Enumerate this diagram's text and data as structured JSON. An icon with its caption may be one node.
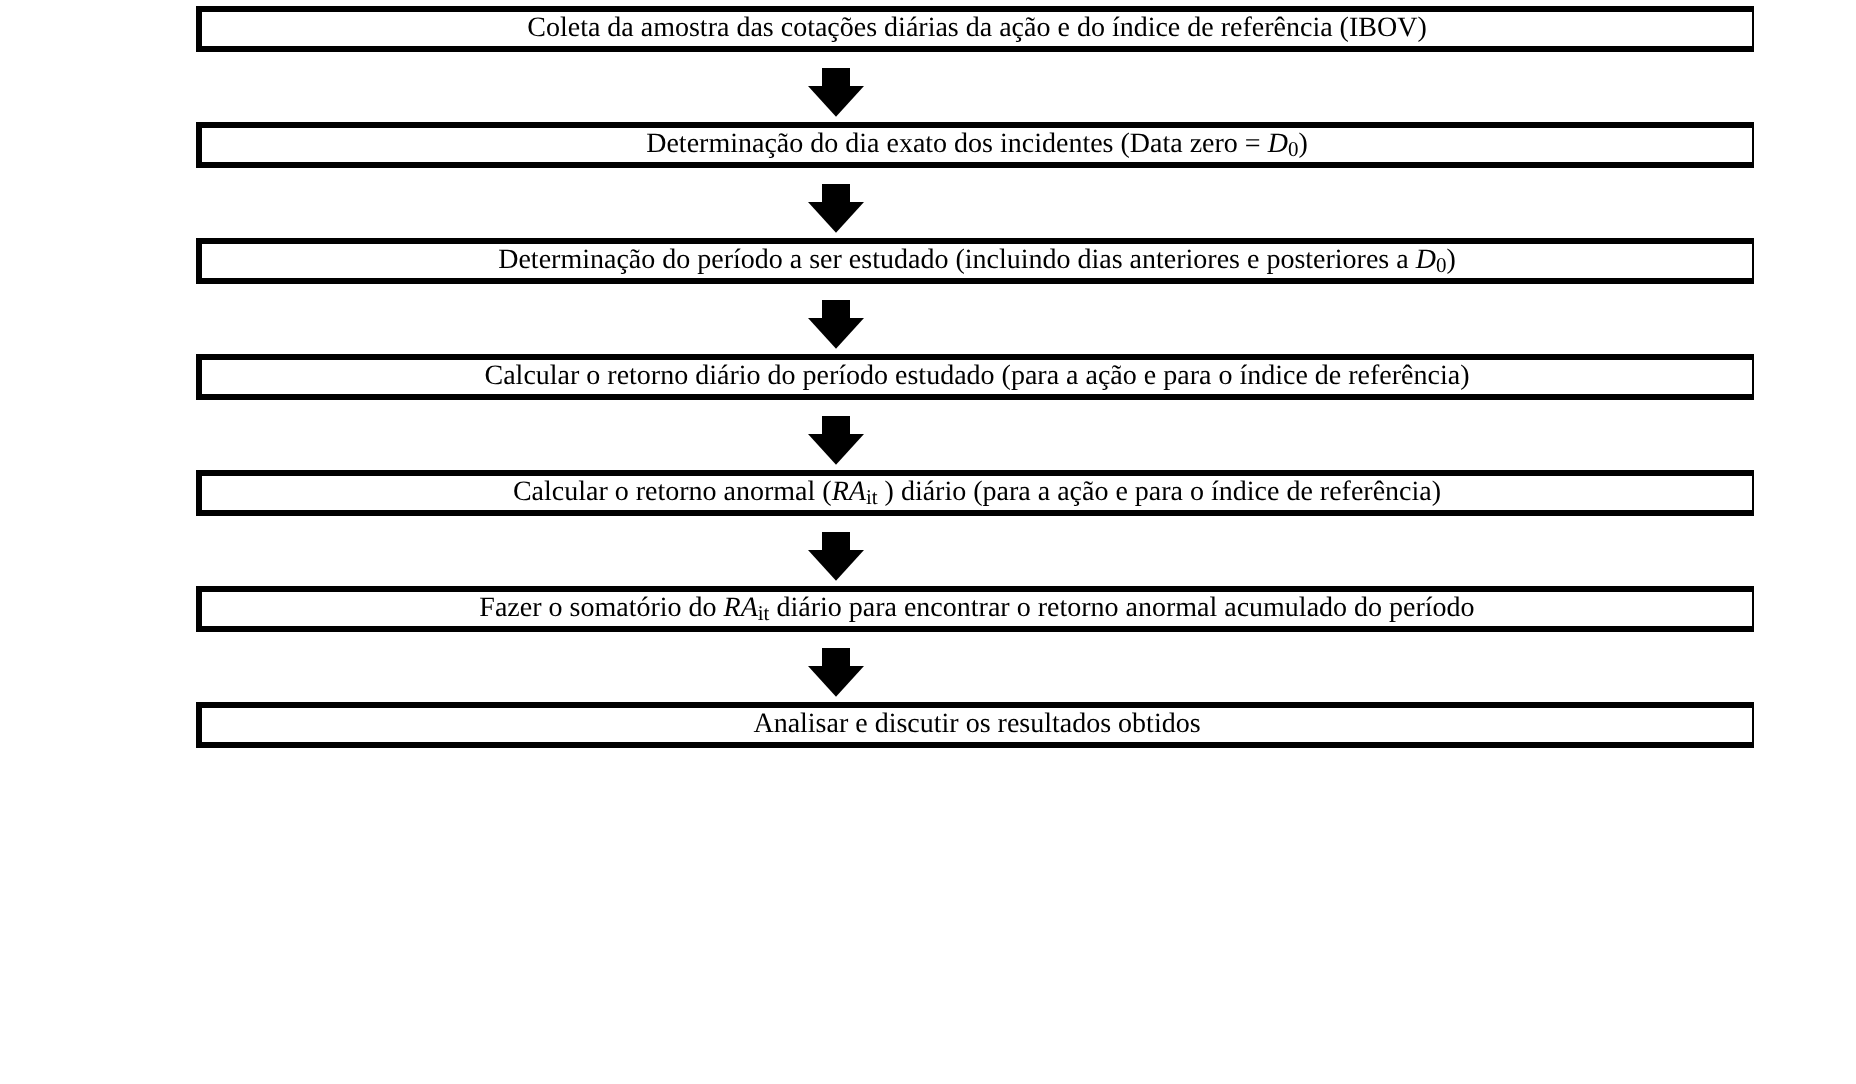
{
  "diagram": {
    "nodes": [
      {
        "text": [
          "Coleta da amostra das cotações diárias da ação e do índice de referência (IBOV)"
        ]
      },
      {
        "text": [
          "Determinação do dia exato dos incidentes (Data zero = *D*$_{0}$)"
        ]
      },
      {
        "text": [
          "Determinação do período a ser estudado (incluindo dias anteriores e posteriores a *D*$_{0}$)"
        ]
      },
      {
        "text": [
          "Calcular o retorno diário do período estudado (para a ação e para o índice de referência)"
        ]
      },
      {
        "text": [
          "Calcular o retorno anormal (*RA*$_{it}$ ) diário (para a ação e para o índice de referência)"
        ]
      },
      {
        "text": [
          "Fazer o somatório do *RA*$_{it}$ diário para encontrar o retorno anormal acumulado do período"
        ]
      },
      {
        "text": [
          "Analisar e discutir os resultados obtidos"
        ]
      }
    ],
    "edges": [
      {
        "from": 0,
        "to": 1,
        "arrow": "to"
      },
      {
        "from": 1,
        "to": 2,
        "arrow": "to"
      },
      {
        "from": 2,
        "to": 3,
        "arrow": "to"
      },
      {
        "from": 3,
        "to": 4,
        "arrow": "to"
      },
      {
        "from": 4,
        "to": 5,
        "arrow": "to"
      },
      {
        "from": 5,
        "to": 6,
        "arrow": "to"
      }
    ]
  }
}
